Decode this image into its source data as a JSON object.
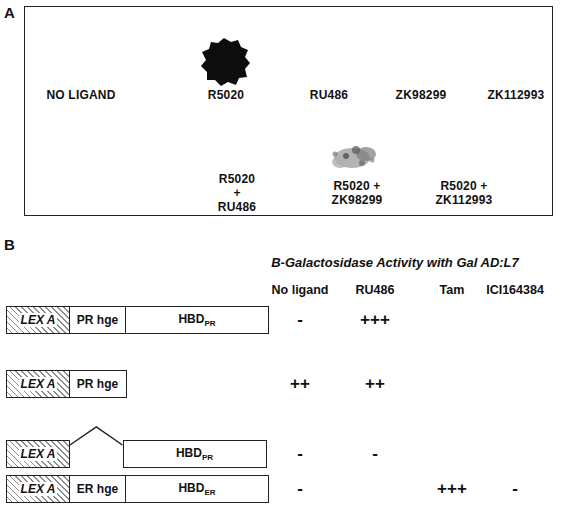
{
  "diagram": {
    "nodes": [
      {
        "text": [
          "NO LIGAND",
          "R5020",
          "RU486",
          "ZK98299",
          "ZK112993",
          "R5020 + RU486",
          "R5020 + ZK98299",
          "R5020 + ZK112993"
        ]
      },
      {
        "text": [
          "LEX A"
        ]
      },
      {
        "text": [
          "PR hge"
        ]
      },
      {
        "text": [
          "HBDPR"
        ]
      },
      {
        "text": [
          "LEX A"
        ]
      },
      {
        "text": [
          "PR hge"
        ]
      },
      {
        "text": [
          "LEX A"
        ]
      },
      {
        "text": [
          "HBDPR"
        ]
      },
      {
        "text": [
          "LEX A"
        ]
      },
      {
        "text": [
          "ER hge"
        ]
      },
      {
        "text": [
          "HBDER"
        ]
      }
    ],
    "edges": [
      {
        "from": 6,
        "to": 7,
        "arrow": "none"
      }
    ],
    "labels": [
      "A",
      "B",
      "B-Galactosidase Activity with Gal AD:L7",
      "No ligand",
      "RU486",
      "Tam",
      "ICI164384",
      "-",
      "+++",
      "++",
      "++",
      "-",
      "-",
      "-",
      "+++",
      "-"
    ]
  }
}
